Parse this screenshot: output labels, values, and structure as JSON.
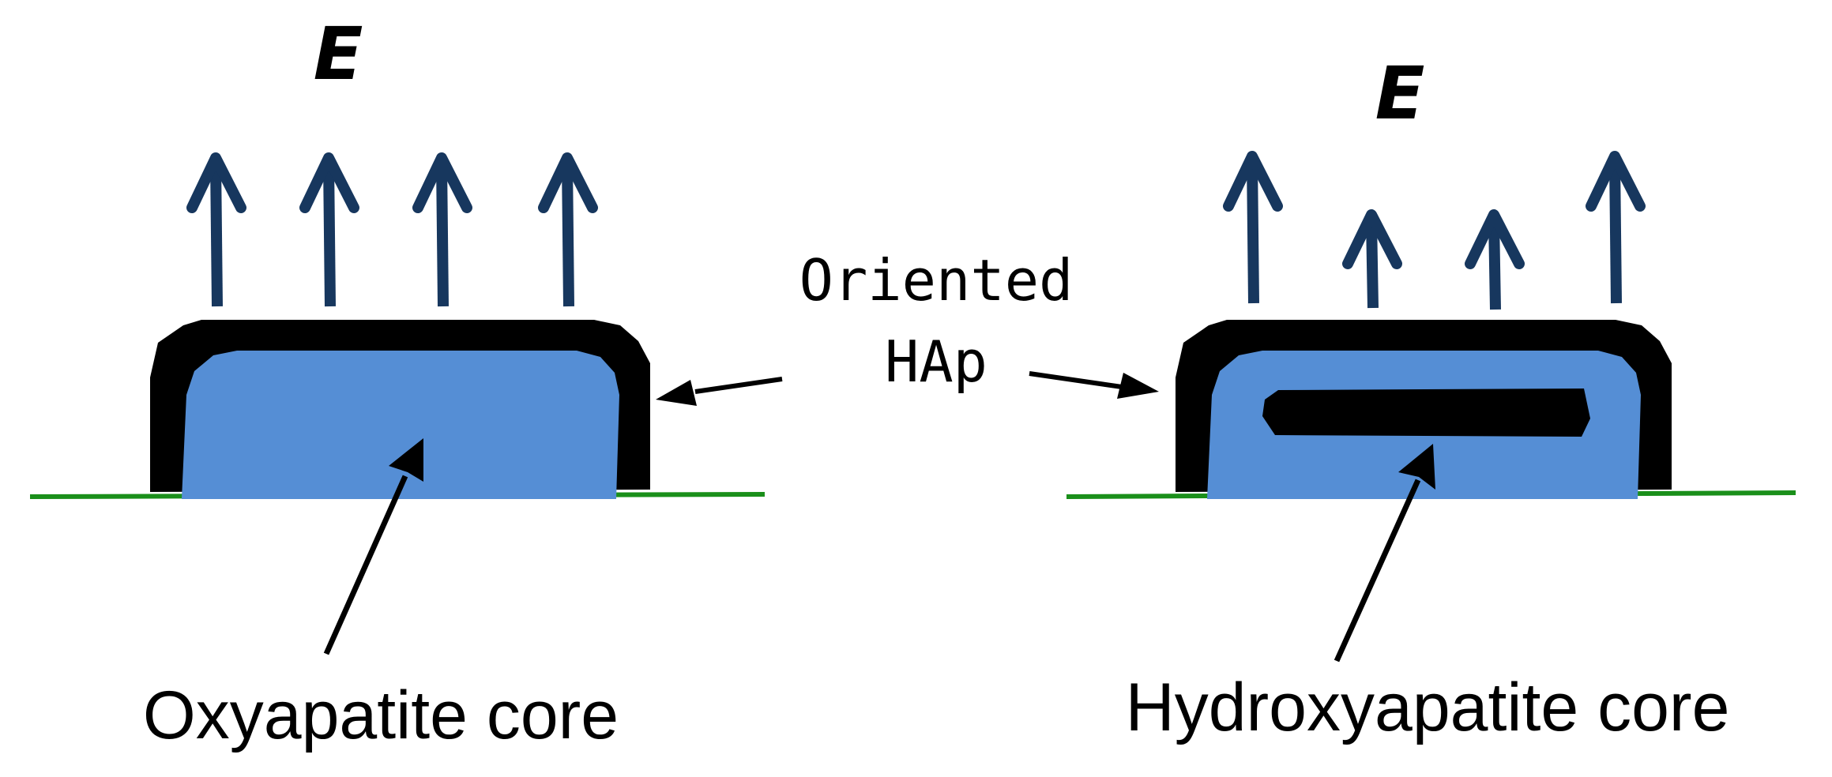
{
  "labels": {
    "field_left": "E",
    "field_right": "E",
    "oriented_line1": "Oriented",
    "oriented_line2": "HAp",
    "core_left": "Oxyapatite core",
    "core_right": "Hydroxyapatite core"
  },
  "colors": {
    "arrow": "#17375e",
    "core_fill": "#558ed5",
    "shell": "#000000",
    "substrate": "#1a8f1a",
    "text": "#000000"
  }
}
